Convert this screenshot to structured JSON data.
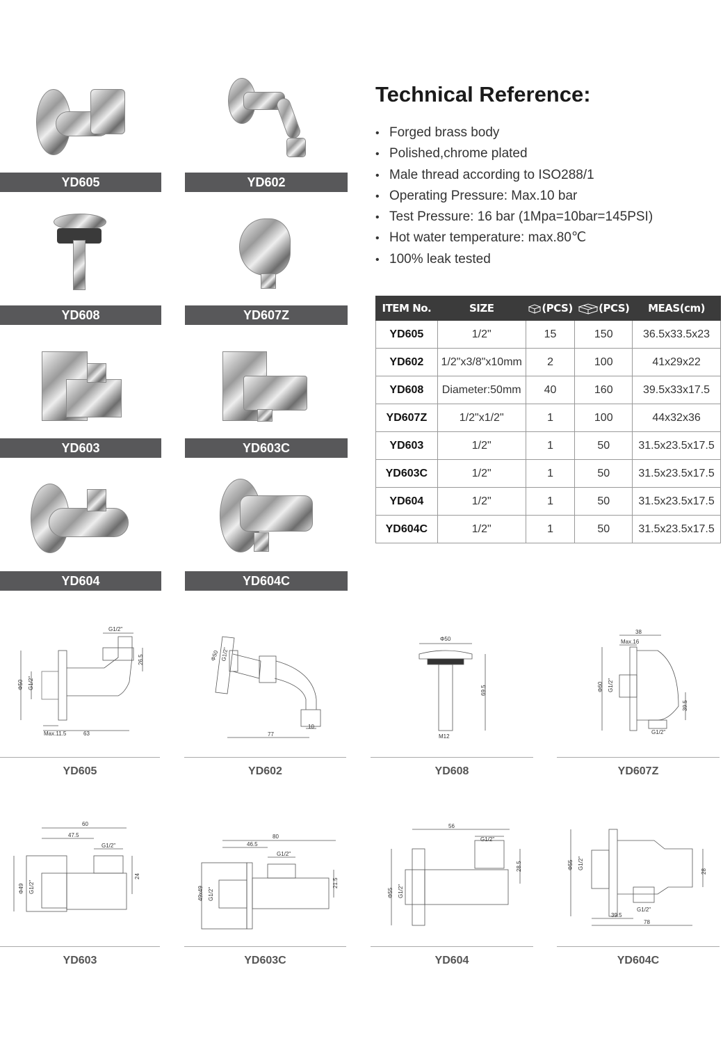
{
  "products": [
    {
      "code": "YD605"
    },
    {
      "code": "YD602"
    },
    {
      "code": "YD608"
    },
    {
      "code": "YD607Z"
    },
    {
      "code": "YD603"
    },
    {
      "code": "YD603C"
    },
    {
      "code": "YD604"
    },
    {
      "code": "YD604C"
    }
  ],
  "reference": {
    "title": "Technical Reference:",
    "bullet_icon": "•",
    "bullets": [
      "Forged brass body",
      "Polished,chrome plated",
      "Male thread according to ISO288/1",
      "Operating Pressure: Max.10 bar",
      "Test Pressure: 16 bar (1Mpa=10bar=145PSI)",
      "Hot water temperature: max.80℃",
      "100% leak tested"
    ]
  },
  "table": {
    "headers": [
      "ITEM No.",
      "SIZE",
      "(PCS)",
      "(PCS)",
      "MEAS(cm)"
    ],
    "header_icons": [
      "inner-box-icon",
      "carton-box-icon"
    ],
    "rows": [
      [
        "YD605",
        "1/2\"",
        "15",
        "150",
        "36.5x33.5x23"
      ],
      [
        "YD602",
        "1/2\"x3/8\"x10mm",
        "2",
        "100",
        "41x29x22"
      ],
      [
        "YD608",
        "Diameter:50mm",
        "40",
        "160",
        "39.5x33x17.5"
      ],
      [
        "YD607Z",
        "1/2\"x1/2\"",
        "1",
        "100",
        "44x32x36"
      ],
      [
        "YD603",
        "1/2\"",
        "1",
        "50",
        "31.5x23.5x17.5"
      ],
      [
        "YD603C",
        "1/2\"",
        "1",
        "50",
        "31.5x23.5x17.5"
      ],
      [
        "YD604",
        "1/2\"",
        "1",
        "50",
        "31.5x23.5x17.5"
      ],
      [
        "YD604C",
        "1/2\"",
        "1",
        "50",
        "31.5x23.5x17.5"
      ]
    ]
  },
  "drawings": [
    {
      "code": "YD605",
      "dims": [
        "G1/2\"",
        "26.5",
        "Φ50",
        "G1/2\"",
        "Max.11.5",
        "63"
      ]
    },
    {
      "code": "YD602",
      "dims": [
        "Φ50",
        "G1/2\"",
        "77",
        "10"
      ]
    },
    {
      "code": "YD608",
      "dims": [
        "Φ50",
        "69.5",
        "M12"
      ]
    },
    {
      "code": "YD607Z",
      "dims": [
        "38",
        "Max.16",
        "Φ60",
        "G1/2\"",
        "39.5",
        "G1/2\""
      ]
    },
    {
      "code": "YD603",
      "dims": [
        "60",
        "47.5",
        "G1/2\"",
        "Φ49",
        "G1/2\"",
        "24"
      ]
    },
    {
      "code": "YD603C",
      "dims": [
        "80",
        "46.5",
        "G1/2\"",
        "49x49",
        "G1/2\"",
        "21.5"
      ]
    },
    {
      "code": "YD604",
      "dims": [
        "56",
        "G1/2\"",
        "Φ55",
        "G1/2\"",
        "28.5"
      ]
    },
    {
      "code": "YD604C",
      "dims": [
        "Φ55",
        "G1/2\"",
        "28",
        "G1/2\"",
        "39.5",
        "78"
      ]
    }
  ]
}
